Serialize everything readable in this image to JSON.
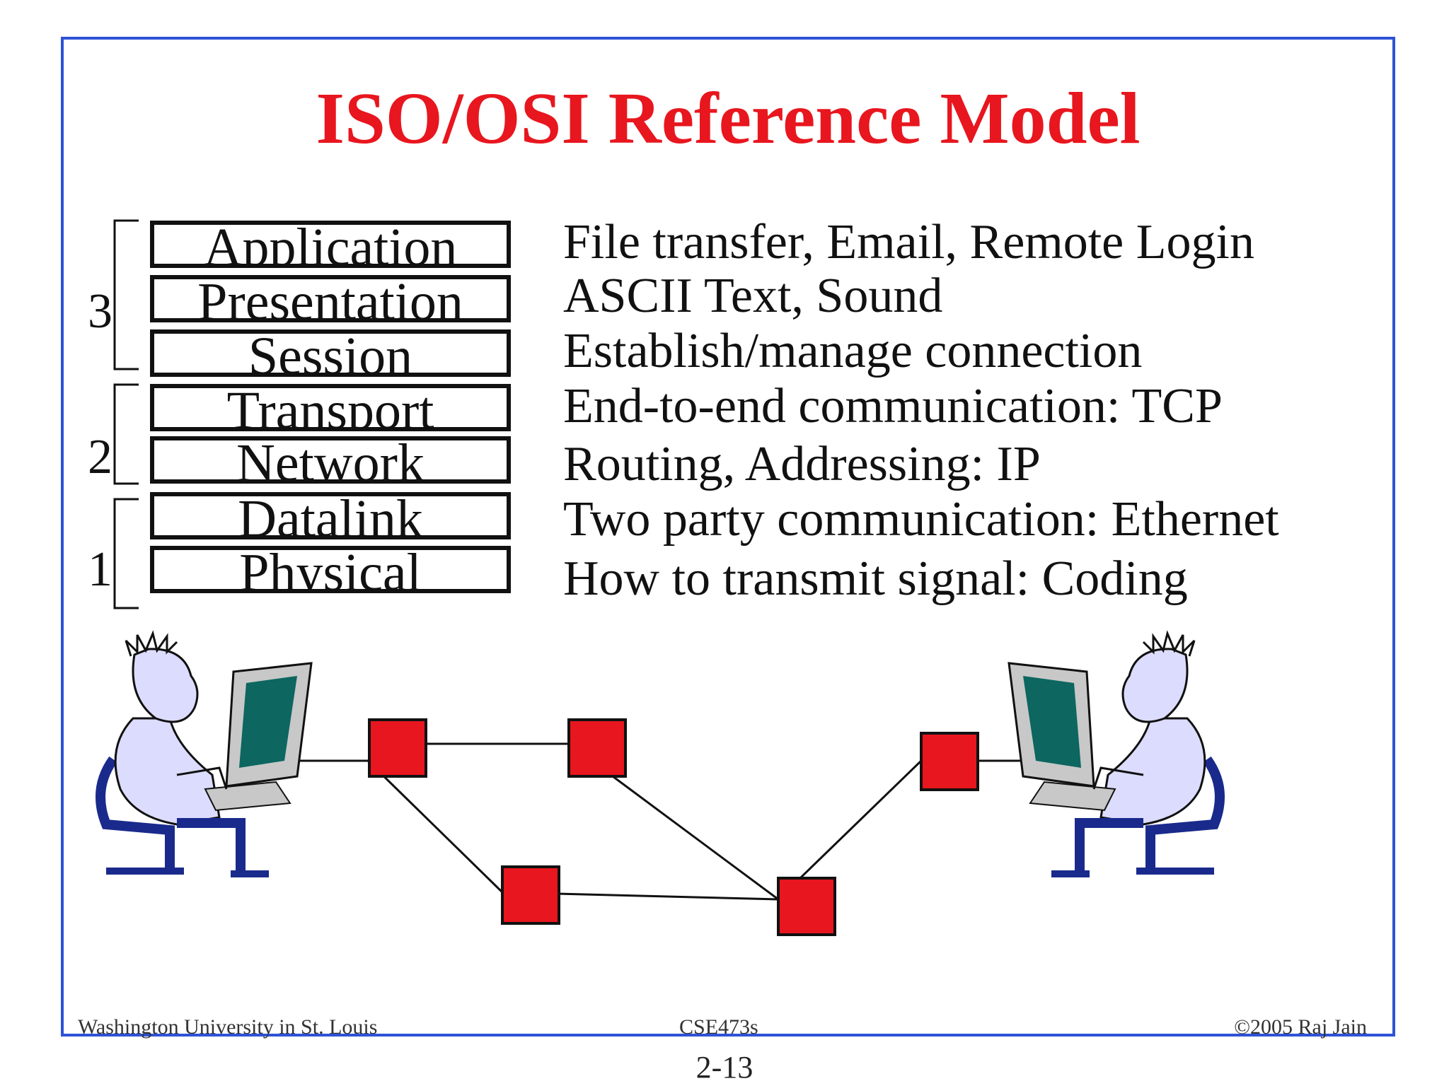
{
  "slide": {
    "title": "ISO/OSI Reference Model",
    "layers": [
      "Application",
      "Presentation",
      "Session",
      "Transport",
      "Network",
      "Datalink",
      "Physical"
    ],
    "descriptions": [
      "File transfer, Email, Remote Login",
      "ASCII Text, Sound",
      "Establish/manage connection",
      "End-to-end communication: TCP",
      "Routing, Addressing: IP",
      "Two party communication: Ethernet",
      "How to transmit signal: Coding"
    ],
    "groups": [
      "3",
      "2",
      "1"
    ],
    "footer": {
      "left": "Washington University in St. Louis",
      "center": "CSE473s",
      "right": "©2005 Raj Jain"
    },
    "page_number": "2-13"
  },
  "colors": {
    "border": "#2f52d6",
    "title": "#e8161e",
    "router": "#e8161e",
    "person": "#dcdcff",
    "chair": "#1a2a8c",
    "screen": "#0d6660",
    "monitor": "#c8c8c8"
  },
  "icons": [
    "person-at-computer-left-icon",
    "person-at-computer-right-icon",
    "router-node-icon"
  ]
}
